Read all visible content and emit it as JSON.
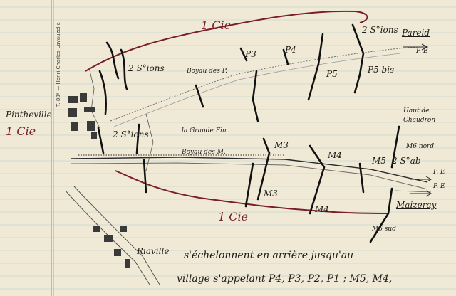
{
  "document": {
    "left_area": {
      "place": "Pintheville",
      "company": "1 Cie"
    },
    "margin": {
      "printer_text": "T. 80ª  —  Henri Charles-Lavauzelle"
    },
    "sections": {
      "upper_company": "1 Cie",
      "lower_company": "1 Cie"
    },
    "sections_labels": {
      "s2_a": "2 S°ions",
      "s2_b": "2 S°ions",
      "s2_c": "2 S°ions"
    },
    "trenches": {
      "boyau_p": "Boyau des P.",
      "boyau_m": "Boyau des M.",
      "grande_fin": "la Grande Fin"
    },
    "points": {
      "p3": "P3",
      "p4": "P4",
      "p5": "P5",
      "p5bis": "P5 bis",
      "m3a": "M3",
      "m3b": "M3",
      "m4a": "M4",
      "m4b": "M4",
      "m5": "M5",
      "m6_nord": "M6 nord",
      "m6_sud": "M6 sud",
      "m_2scab": "2 S°ab"
    },
    "places": {
      "pareid": "Pareid",
      "haut_de_chaudron": "Haut de\nChaudron",
      "maizeray": "Maizeray",
      "riaville": "Riaville",
      "pe_top": "P. E",
      "pe_mid": "P. E",
      "pe_low": "P. E"
    },
    "caption": {
      "line1": "s'échelonnent en arrière jusqu'au",
      "line2": "village s'appelant P4, P3, P2, P1 ; M5, M4,"
    }
  }
}
